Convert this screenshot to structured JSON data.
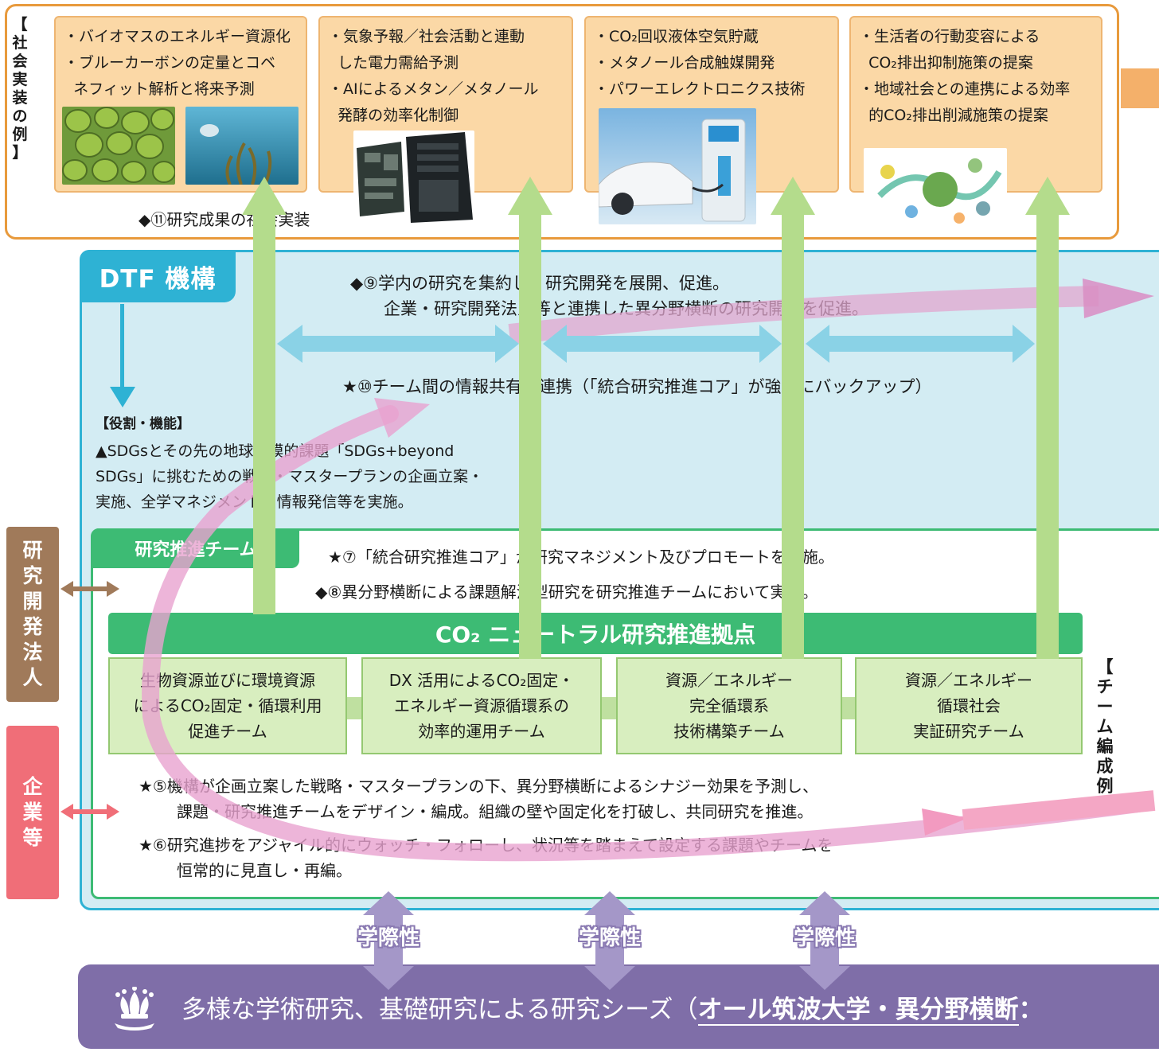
{
  "social": {
    "vertical_label": [
      "【",
      "社",
      "会",
      "実",
      "装",
      "の",
      "例",
      "】"
    ],
    "cards": [
      {
        "lines": [
          "・バイオマスのエネルギー資源化",
          "・ブルーカーボンの定量とコベ",
          "  ネフィット解析と将来予測"
        ]
      },
      {
        "lines": [
          "・気象予報／社会活動と連動",
          "  した電力需給予測",
          "・AIによるメタン／メタノール",
          "  発酵の効率化制御"
        ]
      },
      {
        "lines": [
          "・CO₂回収液体空気貯蔵",
          "・メタノール合成触媒開発",
          "・パワーエレクトロニクス技術"
        ]
      },
      {
        "lines": [
          "・生活者の行動変容による",
          "  CO₂排出抑制施策の提案",
          "・地域社会との連携による効率",
          "  的CO₂排出削減施策の提案"
        ]
      }
    ],
    "item_11": "◆⑪研究成果の社会実装"
  },
  "dtf": {
    "tab": "DTF 機構",
    "item_9_line1": "◆⑨学内の研究を集約し、研究開発を展開、促進。",
    "item_9_line2": "企業・研究開発法人等と連携した異分野横断の研究開発を促進。",
    "item_10": "★⑩チーム間の情報共有・連携（「統合研究推進コア」が強力にバックアップ）",
    "role_title": "【役割・機能】",
    "role_lines": [
      "▲SDGsとその先の地球規模的課題「SDGs+beyond",
      "SDGs」に挑むための戦略・マスタープランの企画立案・",
      "実施、全学マネジメント、情報発信等を実施。"
    ]
  },
  "team": {
    "tab": "研究推進チーム",
    "item_7": "★⑦「統合研究推進コア」が研究マネジメント及びプロモートを実施。",
    "item_8": "◆⑧異分野横断による課題解決型研究を研究推進チームにおいて実施。",
    "hub": "CO₂ ニュートラル研究推進拠点",
    "boxes": [
      {
        "lines": [
          "生物資源並びに環境資源",
          "によるCO₂固定・循環利用",
          "促進チーム"
        ]
      },
      {
        "lines": [
          "DX 活用によるCO₂固定・",
          "エネルギー資源循環系の",
          "効率的運用チーム"
        ]
      },
      {
        "lines": [
          "資源／エネルギー",
          "完全循環系",
          "技術構築チーム"
        ]
      },
      {
        "lines": [
          "資源／エネルギー",
          "循環社会",
          "実証研究チーム"
        ]
      }
    ],
    "side_vertical": [
      "【",
      "チ",
      "ー",
      "ム",
      "編",
      "成",
      "例",
      "】"
    ],
    "item_5_line1": "★⑤機構が企画立案した戦略・マスタープランの下、異分野横断によるシナジー効果を予測し、",
    "item_5_line2": "課題・研究推進チームをデザイン・編成。組織の壁や固定化を打破し、共同研究を推進。",
    "item_6_line1": "★⑥研究進捗をアジャイル的にウォッチ・フォローし、状況等を踏まえて設定する課題やチームを",
    "item_6_line2": "恒常的に見直し・再編。"
  },
  "side": {
    "research_corp": [
      "研",
      "究",
      "開",
      "発",
      "法",
      "人"
    ],
    "companies": [
      "企",
      "業",
      "等"
    ]
  },
  "interdisciplinary": [
    "学際性",
    "学際性",
    "学際性"
  ],
  "bottom": {
    "text_normal": "多様な学術研究、基礎研究による研究シーズ（",
    "text_bold": "オール筑波大学・異分野横断",
    "text_tail": "："
  },
  "colors": {
    "orange_border": "#e89a3c",
    "orange_card": "#fbd8a6",
    "dtf_blue": "#2eb2d4",
    "dtf_bg": "#d3ecf3",
    "green": "#3dbb74",
    "light_green_arrow": "#b4dc8c",
    "team_box": "#d8eebf",
    "brown": "#a07a5a",
    "pink": "#f06e78",
    "purple": "#7f6ea8"
  }
}
